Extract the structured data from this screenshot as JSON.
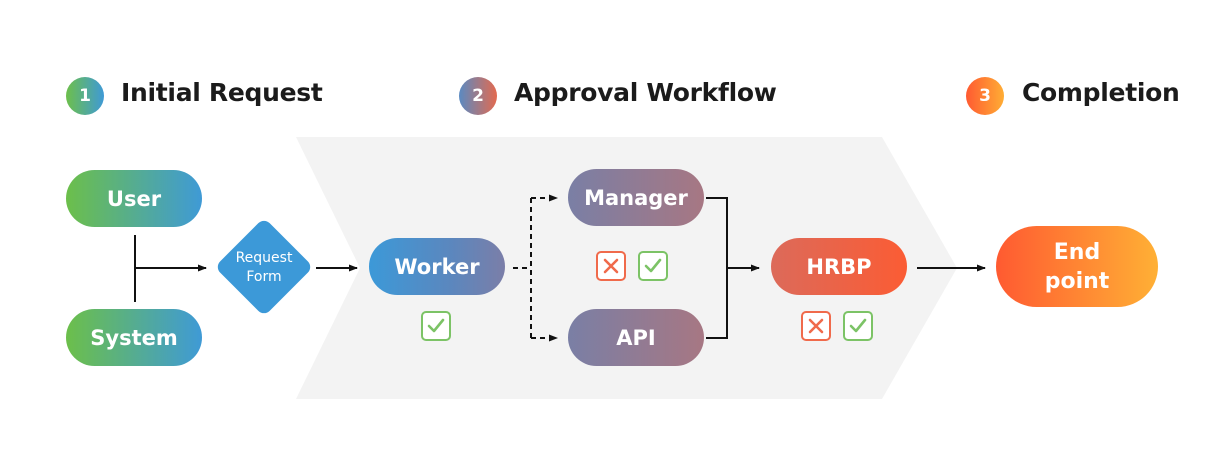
{
  "stages": [
    {
      "number": "1",
      "title": "Initial Request"
    },
    {
      "number": "2",
      "title": "Approval Workflow"
    },
    {
      "number": "3",
      "title": "Completion"
    }
  ],
  "nodes": {
    "user": "User",
    "system": "System",
    "request_form": "Request\nForm",
    "worker": "Worker",
    "manager": "Manager",
    "api": "API",
    "hrbp": "HRBP",
    "end_point": "End\npoint"
  },
  "status_icons": {
    "worker": [
      "check-icon"
    ],
    "manager": [
      "cross-icon",
      "check-icon"
    ],
    "hrbp": [
      "cross-icon",
      "check-icon"
    ]
  },
  "colors": {
    "stage_1_number": [
      "#6dbf4b",
      "#3f9ad6"
    ],
    "stage_2_number": [
      "#5a8ac2",
      "#e36a4f"
    ],
    "stage_3_number": [
      "#ff5a31",
      "#ffad34"
    ],
    "approve": "#7cc366",
    "reject": "#f06a4b",
    "panel": "#f3f3f3",
    "connector": "#111111"
  }
}
